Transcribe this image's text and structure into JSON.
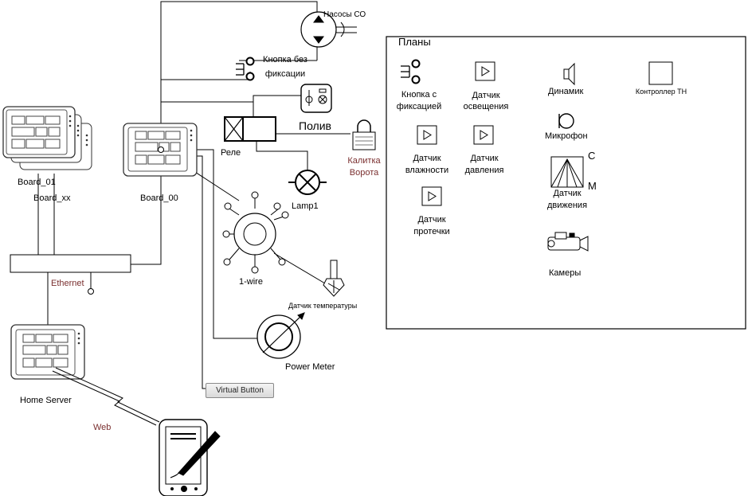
{
  "labels": {
    "pumps": "Насосы СО",
    "button_momentary": "Кнопка без фиксации",
    "watering": "Полив",
    "relay": "Реле",
    "gate": "Калитка Ворота",
    "lamp": "Lamp1",
    "board_01": "Board_01",
    "board_xx": "Board_xx",
    "board_00": "Board_00",
    "ethernet": "Ethernet",
    "onewire": "1-wire",
    "temp_sensor": "Датчик температуры",
    "power_meter": "Power Meter",
    "virtual_button": "Virtual Button",
    "home_server": "Home Server",
    "web": "Web"
  },
  "legend": {
    "title": "Планы",
    "button_latching": "Кнопка с фиксацией",
    "light_sensor": "Датчик освещения",
    "speaker": "Динамик",
    "controller": "Контроллер TH",
    "humidity_sensor": "Датчик влажности",
    "pressure_sensor": "Датчик давления",
    "microphone": "Микрофон",
    "motion_sensor": "Датчик движения",
    "motion_c": "C",
    "motion_m": "M",
    "leak_sensor": "Датчик протечки",
    "cameras": "Камеры"
  }
}
